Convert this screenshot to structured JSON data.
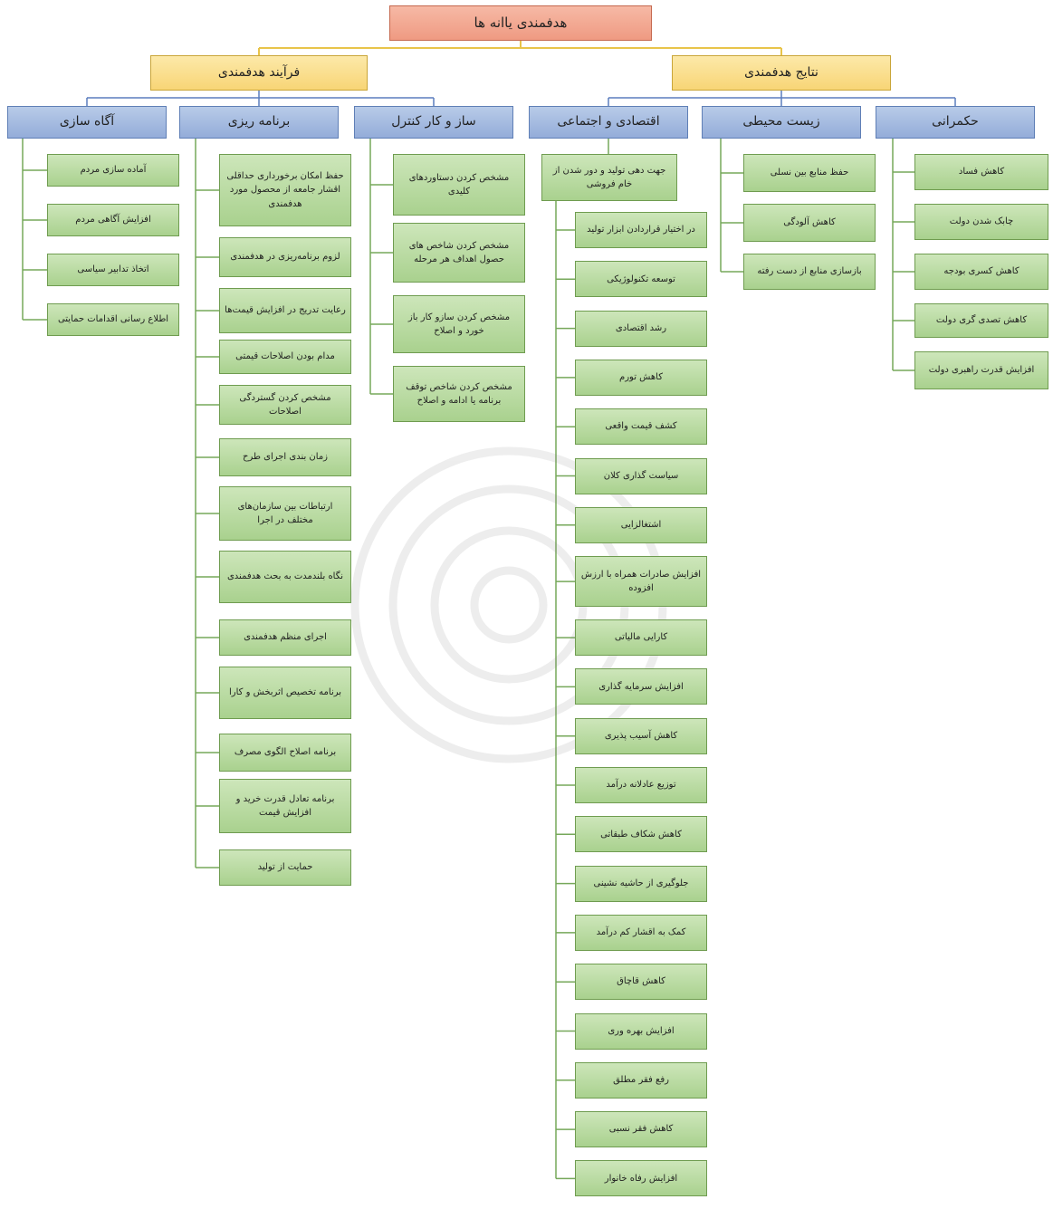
{
  "root": "هدفمندی یاانه ها",
  "branches": [
    {
      "label": "فرآیند هدفمندی",
      "children": [
        {
          "label": "آگاه سازی",
          "items": [
            "آماده سازی مردم",
            "افزایش آگاهی مردم",
            "اتخاذ تدابیر سیاسی",
            "اطلاع رسانی اقدامات حمایتی"
          ]
        },
        {
          "label": "برنامه ریزی",
          "items": [
            "حفظ امکان برخورداری حداقلی اقشار جامعه از محصول مورد هدفمندی",
            "لزوم برنامه‌ریزی در هدفمندی",
            "رعایت تدریج در افزایش قیمت‌ها",
            "مدام بودن اصلاحات قیمتی",
            "مشخص کردن گستردگی اصلاحات",
            "زمان بندی اجرای طرح",
            "ارتباطات بین سازمان‌های مختلف در اجرا",
            "نگاه بلندمدت به بحث هدفمندی",
            "اجرای منظم هدفمندی",
            "برنامه تخصیص اثربخش و کارا",
            "برنامه اصلاح الگوی مصرف",
            "برنامه تعادل قدرت خرید و افزایش قیمت",
            "حمایت از تولید"
          ]
        },
        {
          "label": "ساز و کار کنترل",
          "items": [
            "مشخص کردن دستاوردهای کلیدی",
            "مشخص کردن شاخص های حصول اهداف هر مرحله",
            "مشخص کردن سازو کار باز خورد و اصلاح",
            "مشخص کردن شاخص توقف برنامه یا ادامه و اصلاح"
          ]
        }
      ]
    },
    {
      "label": "نتایج هدفمندی",
      "children": [
        {
          "label": "اقتصادی و اجتماعی",
          "items": [
            "جهت دهی تولید و دور شدن از خام فروشی",
            "در اختیار قراردادن ابزار تولید",
            "توسعه تکنولوژیکی",
            "رشد اقتصادی",
            "کاهش تورم",
            "کشف قیمت واقعی",
            "سیاست گذاری کلان",
            "اشتغالزایی",
            "افزایش صادرات همراه با ارزش افزوده",
            "کارایی مالیاتی",
            "افزایش سرمایه گذاری",
            "کاهش آسیب پذیری",
            "توزیع عادلانه درآمد",
            "کاهش شکاف طبقاتی",
            "جلوگیری از حاشیه نشینی",
            "کمک به اقشار کم درآمد",
            "کاهش قاچاق",
            "افزایش بهره وری",
            "رفع فقر مطلق",
            "کاهش فقر نسبی",
            "افزایش رفاه خانوار"
          ]
        },
        {
          "label": "زیست محیطی",
          "items": [
            "حفظ منابع بین نسلی",
            "کاهش آلودگی",
            "بازسازی منابع از دست رفته"
          ]
        },
        {
          "label": "حکمرانی",
          "items": [
            "کاهش فساد",
            "چابک شدن دولت",
            "کاهش کسری بودجه",
            "کاهش تصدی گری دولت",
            "افزایش قدرت راهبری دولت"
          ]
        }
      ]
    }
  ],
  "colors": {
    "root_fill": "#f3a78f",
    "level1_fill": "#fadf8b",
    "level2_fill": "#a6bbe0",
    "leaf_fill": "#bcdca5",
    "connector_top": "#e8c44a",
    "connector_mid": "#5b7dbd",
    "connector_leaf": "#76a85a"
  }
}
